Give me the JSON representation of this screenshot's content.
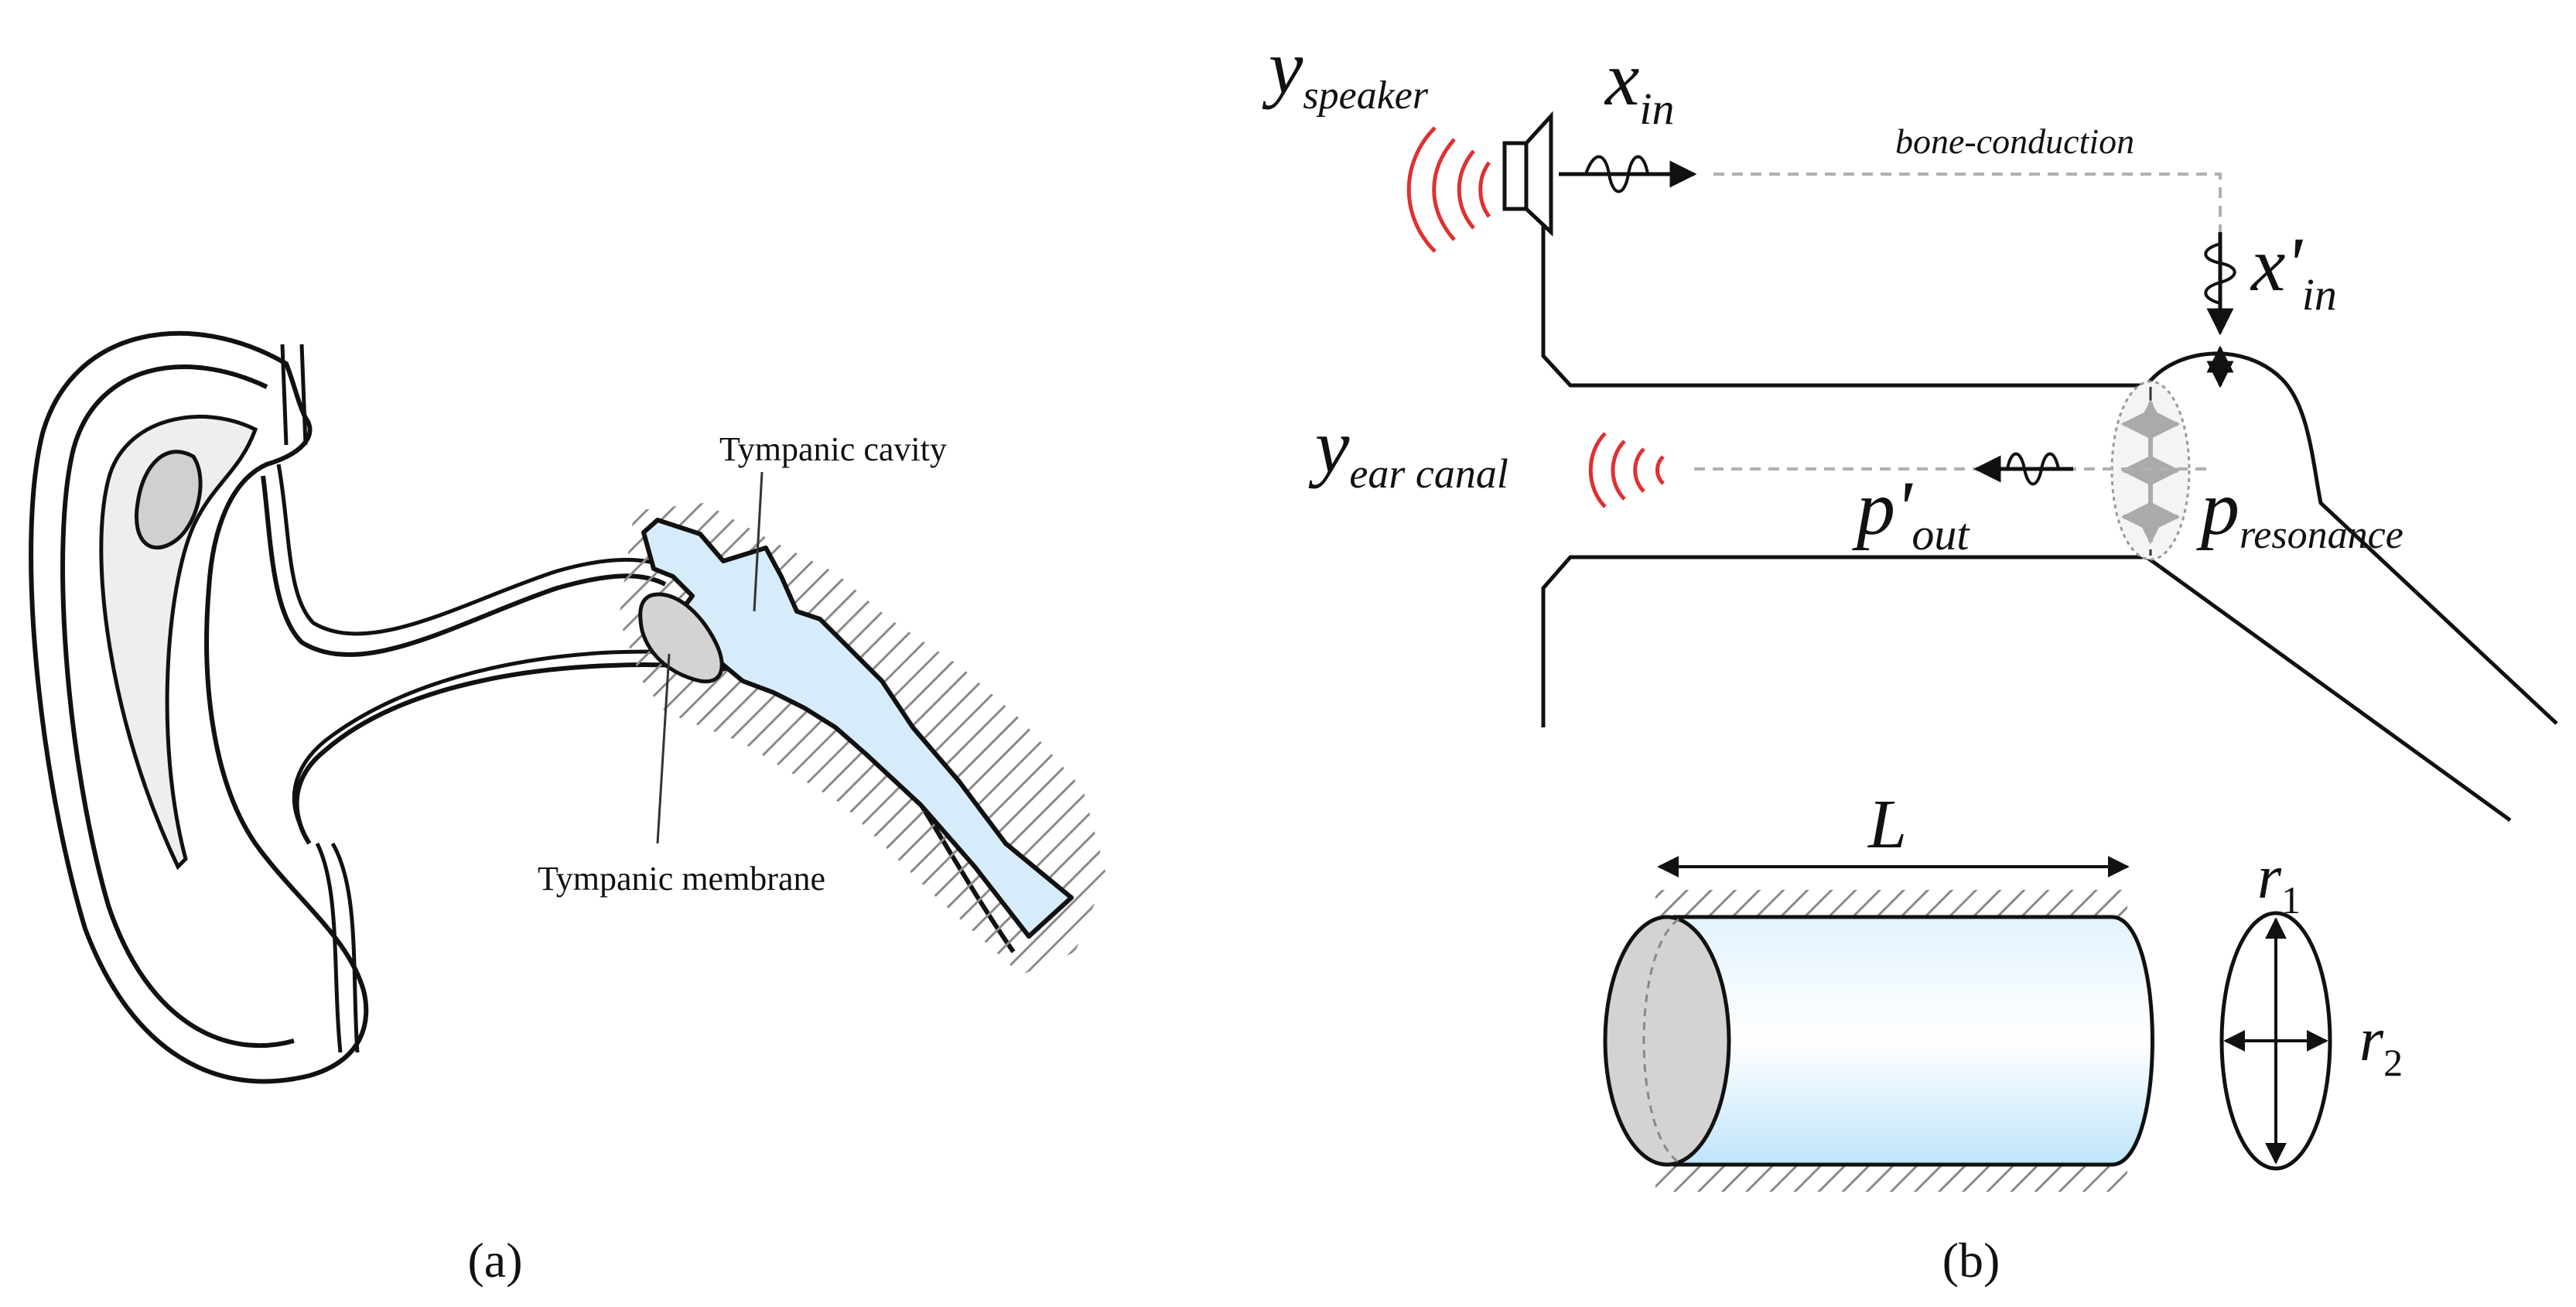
{
  "panel_a": {
    "caption": "(a)",
    "labels": {
      "tympanic_cavity": "Tympanic cavity",
      "tympanic_membrane": "Tympanic membrane"
    }
  },
  "panel_b": {
    "caption": "(b)",
    "speaker_label": {
      "base": "y",
      "sub": "speaker"
    },
    "input_label": {
      "base": "x",
      "sub": "in"
    },
    "bone_conduction_label": "bone-conduction",
    "bone_input_label": {
      "base": "x'",
      "sub": "in"
    },
    "ear_canal_label": {
      "base": "y",
      "sub": "ear canal"
    },
    "output_label": {
      "base": "p'",
      "sub": "out"
    },
    "resonance_label": {
      "base": "p",
      "sub": "resonance"
    },
    "length_label": "L",
    "radius1_label": {
      "base": "r",
      "sub": "1"
    },
    "radius2_label": {
      "base": "r",
      "sub": "2"
    }
  },
  "colors": {
    "line": "#111111",
    "fluid_fill": "#d6ecfb",
    "membrane_fill": "#d3d3d3",
    "pinna_fill": "#eeeeee",
    "sound_wave": "#e03030",
    "dashed_path": "#b0b0b0",
    "hatch": "#888888"
  }
}
